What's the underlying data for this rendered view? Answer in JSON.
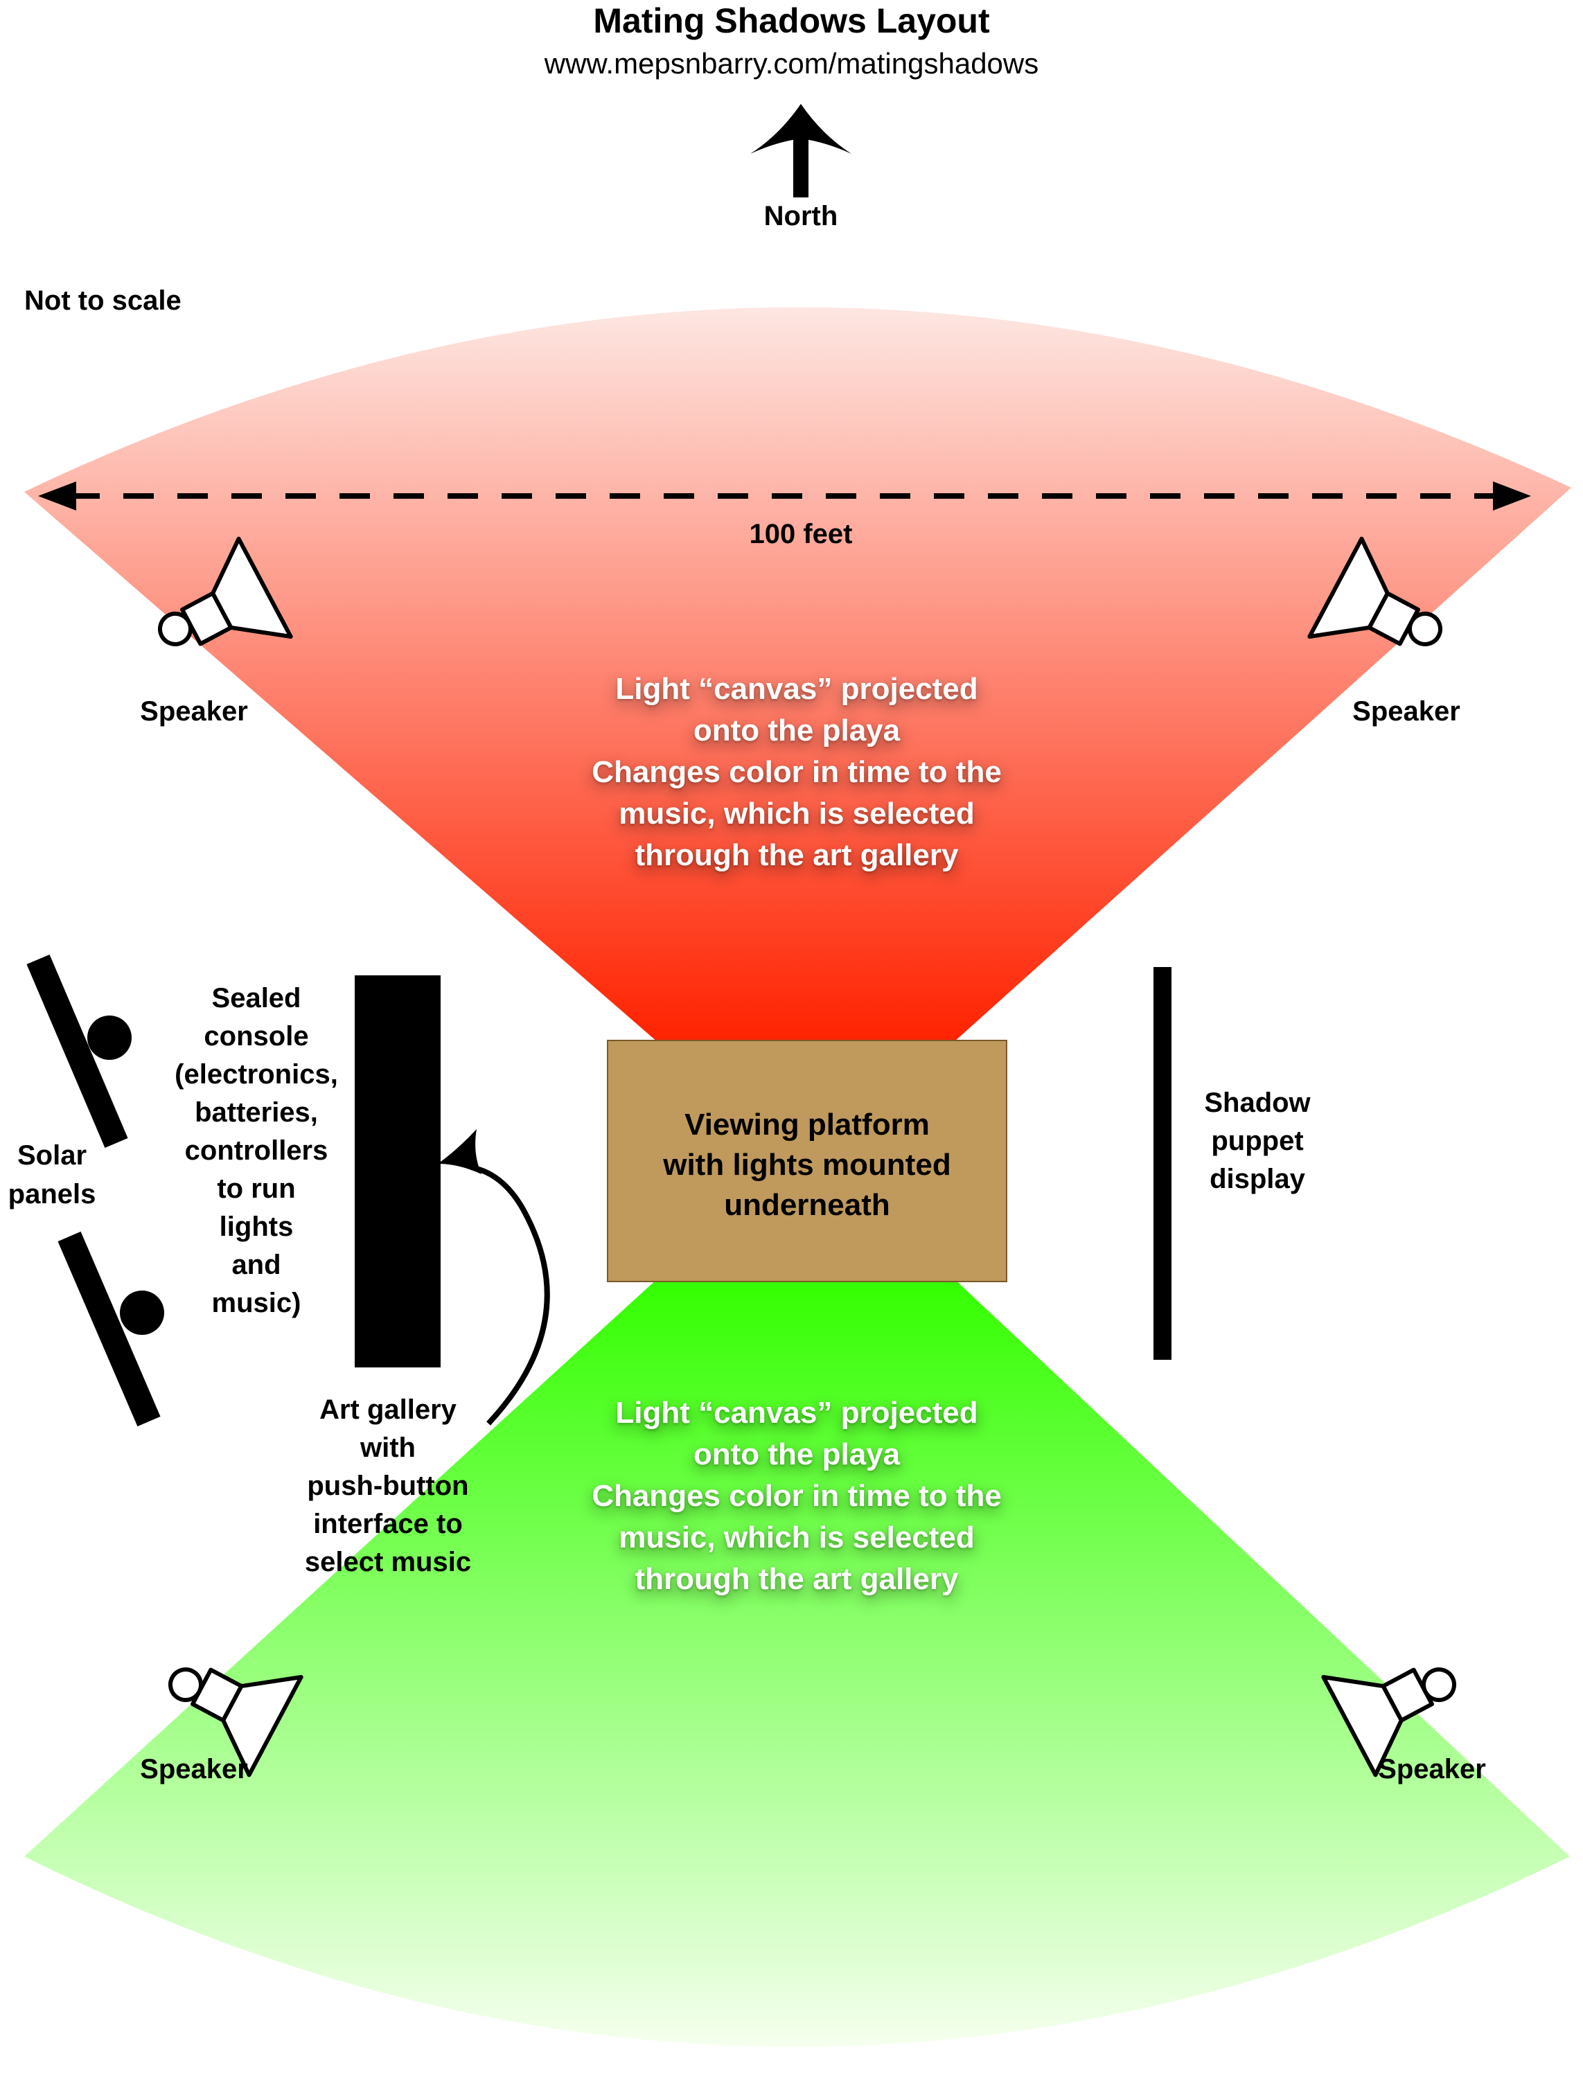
{
  "title": "Mating Shadows Layout",
  "url": "www.mepsnbarry.com/matingshadows",
  "compass": {
    "label": "North"
  },
  "scale_note": "Not to scale",
  "dimension": {
    "label": "100 feet"
  },
  "north_canvas": {
    "lines": [
      "Light “canvas” projected",
      "onto the playa",
      "Changes color in time to the",
      "music, which is selected",
      "through the art gallery"
    ],
    "color_top": "#fde7e2",
    "color_bottom": "#ff2200"
  },
  "south_canvas": {
    "lines": [
      "Light “canvas” projected",
      "onto the playa",
      "Changes color in time to the",
      "music, which is selected",
      "through the art gallery"
    ],
    "color_top": "#33ff00",
    "color_bottom": "#f6ffef"
  },
  "speakers": {
    "nw": "Speaker",
    "ne": "Speaker",
    "sw": "Speaker",
    "se": "Speaker"
  },
  "solar_panels": {
    "lines": [
      "Solar",
      "panels"
    ]
  },
  "console": {
    "lines": [
      "Sealed",
      "console",
      "(electronics,",
      "batteries,",
      "controllers",
      "to run",
      "lights",
      "and",
      "music)"
    ]
  },
  "art_gallery": {
    "lines": [
      "Art gallery",
      "with",
      "push-button",
      "interface to",
      "select music"
    ]
  },
  "platform": {
    "lines": [
      "Viewing platform",
      "with lights mounted",
      "underneath"
    ],
    "color": "#bf9a5c"
  },
  "shadow_puppet": {
    "lines": [
      "Shadow",
      "puppet",
      "display"
    ]
  }
}
